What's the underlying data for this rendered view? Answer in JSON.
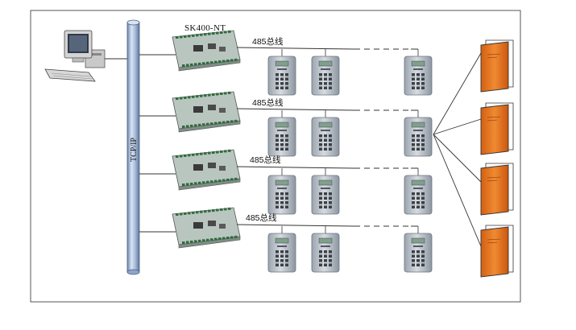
{
  "network": {
    "backbone_label": "TCP/IP"
  },
  "controllers": [
    {
      "model_label": "SK400-NT",
      "bus_label": "485总线"
    },
    {
      "model_label": "",
      "bus_label": "485总线"
    },
    {
      "model_label": "",
      "bus_label": "485总线"
    },
    {
      "model_label": "",
      "bus_label": "485总线"
    }
  ],
  "icons": {
    "computer": "desktop-computer-icon",
    "backbone": "network-pipe",
    "controller": "access-controller-board-icon",
    "reader": "keypad-reader-icon",
    "door": "door-icon"
  },
  "colors": {
    "pipe": "#9fb5d6",
    "board": "#b9c6bf",
    "reader_body": "#b7bfc8",
    "door": "#e8731c",
    "lines": "#333333"
  }
}
